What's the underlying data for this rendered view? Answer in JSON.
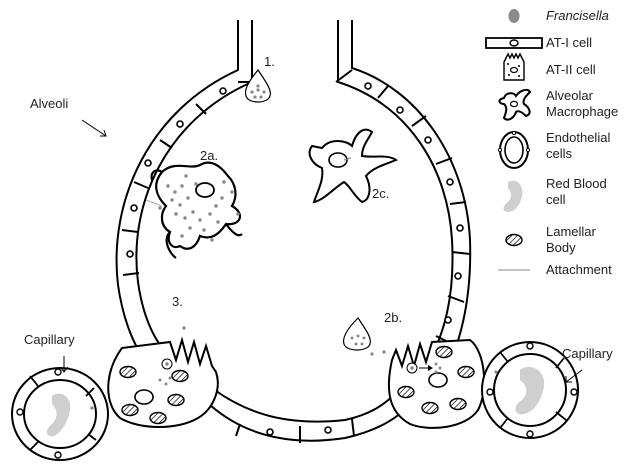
{
  "diagram": {
    "step_labels": {
      "step1": "1.",
      "step2a": "2a.",
      "step2b": "2b.",
      "step2c": "2c.",
      "step3": "3."
    },
    "region_labels": {
      "alveoli": "Alveoli",
      "capillary_left": "Capillary",
      "capillary_right": "Capillary"
    },
    "legend": {
      "francisella": "Francisella",
      "at1_cell": "AT-I cell",
      "at2_cell": "AT-II cell",
      "macrophage_line1": "Alveolar",
      "macrophage_line2": "Macrophage",
      "endothelial_line1": "Endothelial",
      "endothelial_line2": "cells",
      "rbc_line1": "Red Blood",
      "rbc_line2": "cell",
      "lamellar_line1": "Lamellar",
      "lamellar_line2": "Body",
      "attachment": "Attachment"
    },
    "colors": {
      "bacteria": "#8a8a8a",
      "outline": "#000000",
      "rbc": "#cfcfcf",
      "attachment_line": "#b0b0b0"
    }
  }
}
